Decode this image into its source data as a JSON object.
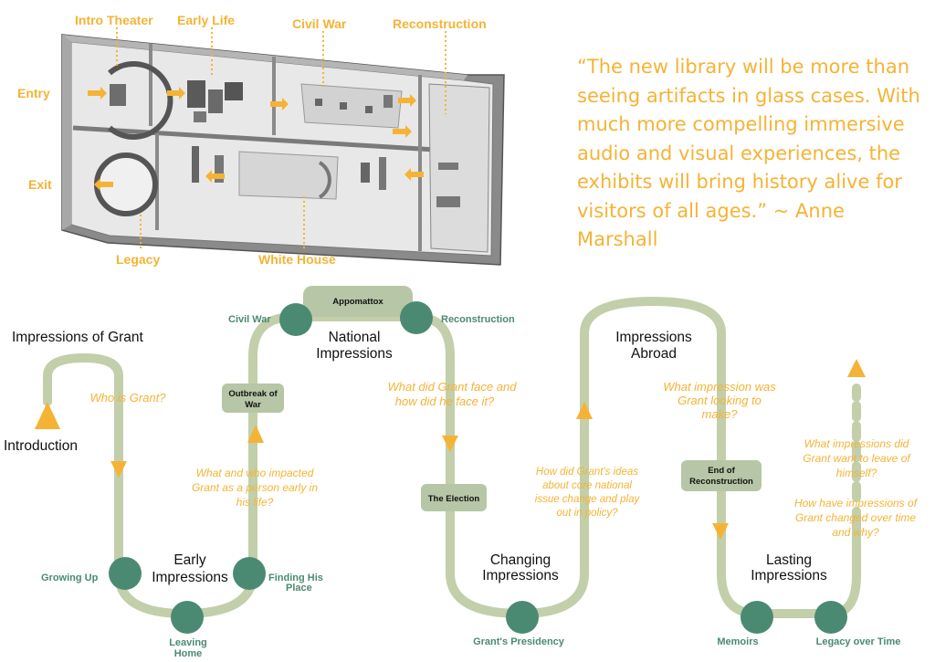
{
  "floorplan": {
    "labels": {
      "intro_theater": "Intro Theater",
      "early_life": "Early Life",
      "civil_war": "Civil War",
      "reconstruction": "Reconstruction",
      "entry": "Entry",
      "exit": "Exit",
      "legacy": "Legacy",
      "white_house": "White House"
    }
  },
  "quote": {
    "lines": [
      "“The new library will be more than",
      "seeing artifacts in glass cases. With",
      "much more compelling immersive",
      "audio and visual experiences, the",
      "exhibits will bring history alive for",
      "visitors of all ages.” ~ Anne Marshall"
    ]
  },
  "journey": {
    "sections": {
      "impressions_of_grant": "Impressions of Grant",
      "introduction": "Introduction",
      "early_1": "Early",
      "early_2": "Impressions",
      "national_1": "National",
      "national_2": "Impressions",
      "changing_1": "Changing",
      "changing_2": "Impressions",
      "abroad_1": "Impressions",
      "abroad_2": "Abroad",
      "lasting_1": "Lasting",
      "lasting_2": "Impressions"
    },
    "questions": {
      "who": "Who is Grant?",
      "impacted_1": "What and who impacted",
      "impacted_2": "Grant as a person early in",
      "impacted_3": "his life?",
      "face_1": "What did Grant face and",
      "face_2": "how did he face it?",
      "ideas_1": "How did Grant's ideas",
      "ideas_2": "about core national",
      "ideas_3": "issue change and play",
      "ideas_4": "out in policy?",
      "looking_1": "What impression was",
      "looking_2": "Grant looking to",
      "looking_3": "make?",
      "leave_1": "What impressions did",
      "leave_2": "Grant want to leave of",
      "leave_3": "himself?",
      "changed_1": "How have impressions of",
      "changed_2": "Grant changed over time",
      "changed_3": "and why?"
    },
    "stations": {
      "growing_up": "Growing Up",
      "leaving_1": "Leaving",
      "leaving_2": "Home",
      "finding_1": "Finding His",
      "finding_2": "Place",
      "civil_war": "Civil War",
      "reconstruction": "Reconstruction",
      "presidency": "Grant's Presidency",
      "memoirs": "Memoirs",
      "legacy_over_time": "Legacy over Time"
    },
    "boxes": {
      "appomattox": "Appomattox",
      "outbreak_1": "Outbreak of",
      "outbreak_2": "War",
      "election": "The Election",
      "end_1": "End of",
      "end_2": "Reconstruction"
    }
  },
  "colors": {
    "accent": "#f5b335",
    "path": "#c2cfaa",
    "station": "#4a8a72",
    "box": "#b6c6a6",
    "station_text": "#4a8a72"
  }
}
